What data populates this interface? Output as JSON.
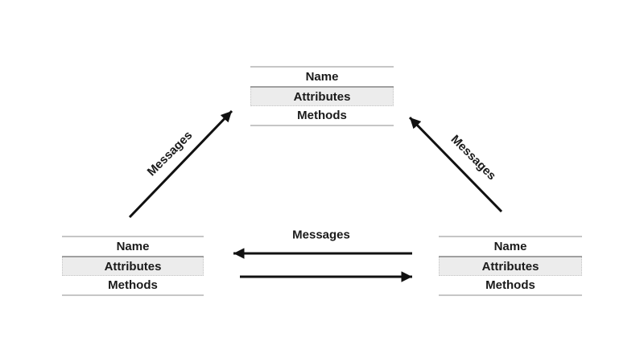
{
  "diagram": {
    "boxes": {
      "top": {
        "rows": [
          "Name",
          "Attributes",
          "Methods"
        ]
      },
      "bottom_left": {
        "rows": [
          "Name",
          "Attributes",
          "Methods"
        ]
      },
      "bottom_right": {
        "rows": [
          "Name",
          "Attributes",
          "Methods"
        ]
      }
    },
    "arrows": {
      "left_diagonal_label": "Messages",
      "right_diagonal_label": "Messages",
      "horizontal_label": "Messages"
    },
    "colors": {
      "arrow": "#111111",
      "text": "#1a1a1a",
      "attributes_bg": "#ececec",
      "border_light": "#c6c6c6",
      "border_dark": "#a0a0a0",
      "page_bg": "#ffffff"
    }
  }
}
